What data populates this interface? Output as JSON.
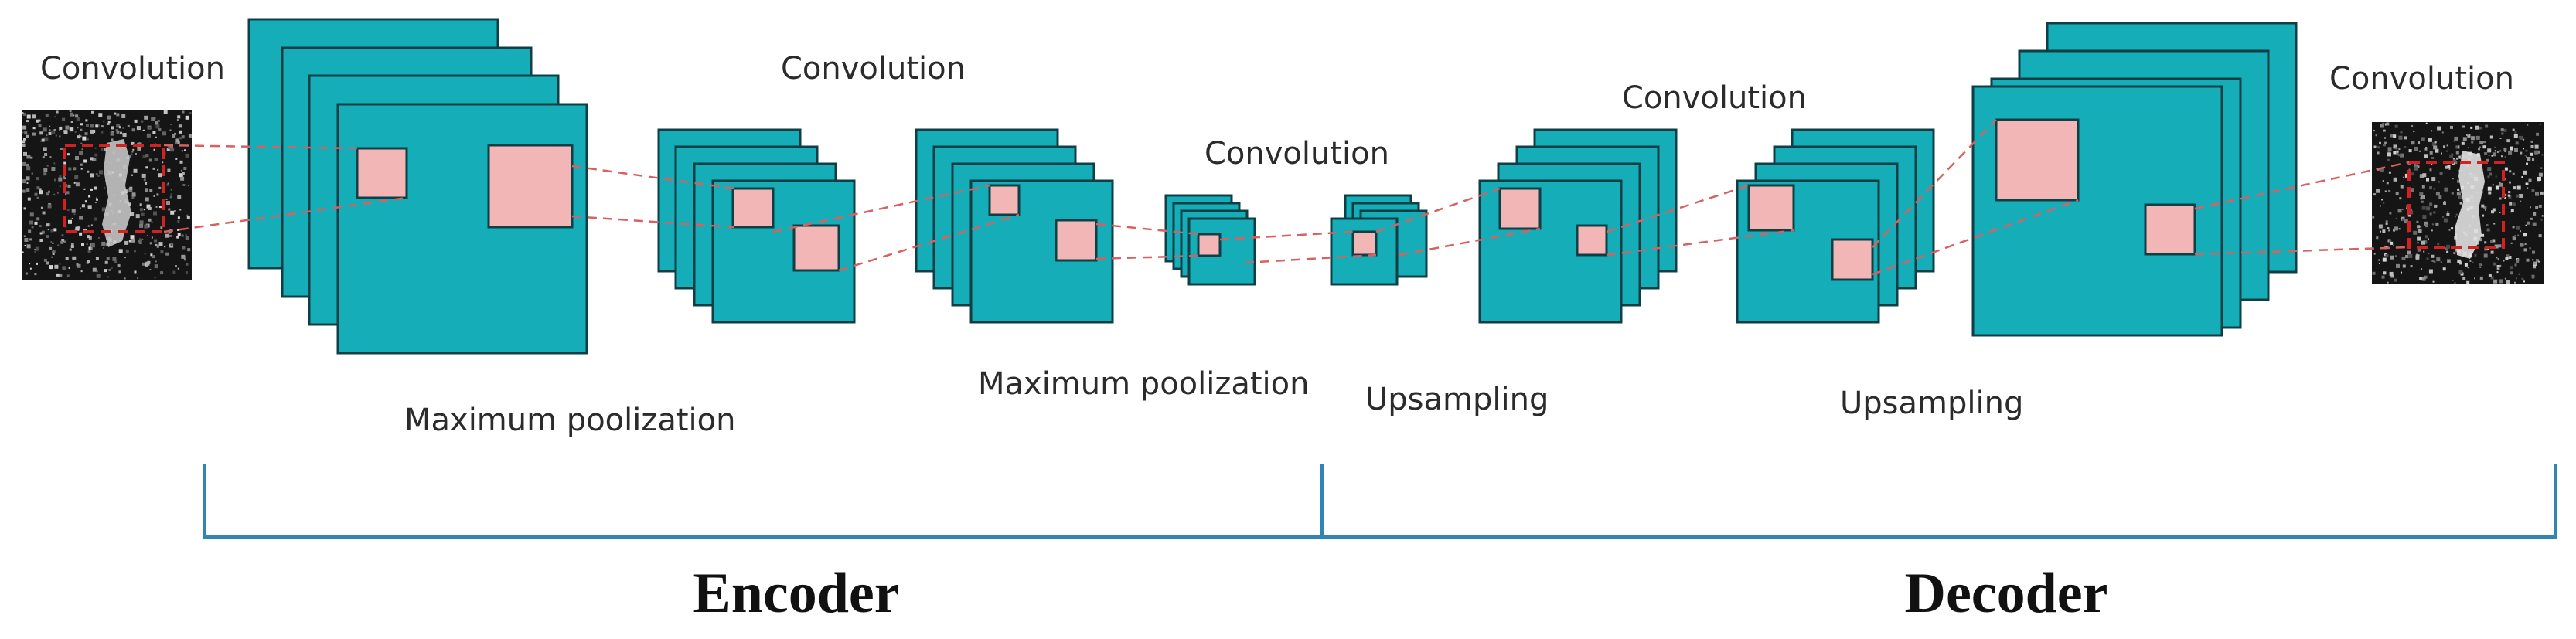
{
  "labels": {
    "conv_input": "Convolution",
    "conv_enc1": "Convolution",
    "conv_bottleneck": "Convolution",
    "conv_dec1": "Convolution",
    "conv_output": "Convolution",
    "pool1": "Maximum poolization",
    "pool2": "Maximum poolization",
    "up1": "Upsampling",
    "up2": "Upsampling",
    "encoder": "Encoder",
    "decoder": "Decoder"
  },
  "colors": {
    "feature_map": "#15adb8",
    "feature_map_edge": "#0f3e44",
    "kernel": "#f2b6b6",
    "connector": "#d96060",
    "bracket": "#2f86b3",
    "input_bg": "#151515",
    "input_box": "#d42020"
  }
}
